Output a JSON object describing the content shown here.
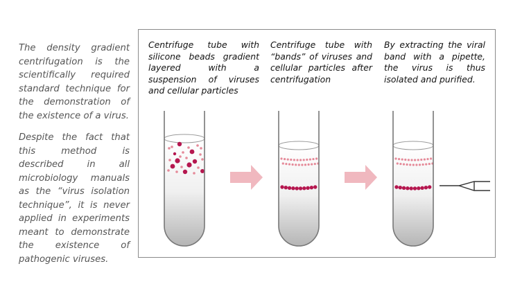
{
  "intro": {
    "paragraph1": "The density gradient centrifugation is the scientifically required standard technique for the demonstration of the existence of a virus.",
    "paragraph2": "Despite the fact that this method is described in all microbiology manuals as the “virus isolation technique”, it is never applied in experiments meant to demonstrate the existence of pathogenic viruses."
  },
  "steps": [
    {
      "caption": "Centrifuge tube with silicone beads gradient layered with a suspension of viruses and cellular particles"
    },
    {
      "caption": "Centrifuge tube with “bands” of viruses and cellular particles after centrifugation"
    },
    {
      "caption": "By extracting the viral band with a pipette, the virus is thus isolated and purified."
    }
  ],
  "colors": {
    "virus": "#b5174f",
    "particles": "#e58a99",
    "arrow": "#f0b8bf",
    "tube_outline": "#777777"
  },
  "icons": [
    "arrow-right-icon",
    "arrow-right-icon",
    "pipette-icon"
  ]
}
